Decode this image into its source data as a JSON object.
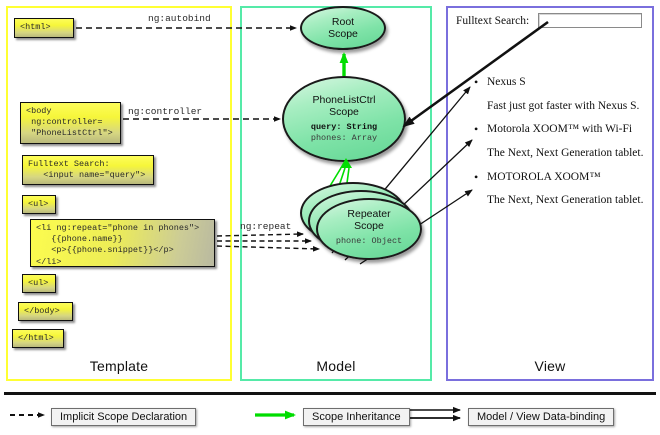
{
  "panels": {
    "template": {
      "label": "Template",
      "border_color": "#ffff33"
    },
    "model": {
      "label": "Model",
      "border_color": "#55eaa8"
    },
    "view": {
      "label": "View",
      "border_color": "#7a6fdd"
    }
  },
  "template_boxes": {
    "html_open": "<html>",
    "body_open": "<body\n ng:controller=\n \"PhoneListCtrl\">",
    "search": "Fulltext Search:\n   <input name=\"query\">",
    "ul_open": "<ul>",
    "li_repeat": "<li ng:repeat=\"phone in phones\">\n   {{phone.name}}\n   <p>{{phone.snippet}}</p>\n</li>",
    "ul_close": "<ul>",
    "body_close": "</body>",
    "html_close": "</html>"
  },
  "edge_labels": {
    "autobind": "ng:autobind",
    "controller": "ng:controller",
    "repeat": "ng:repeat"
  },
  "model": {
    "root_scope": {
      "title_line1": "Root",
      "title_line2": "Scope"
    },
    "ctrl_scope": {
      "title_line1": "PhoneListCtrl",
      "title_line2": "Scope",
      "prop_query": "query: String",
      "prop_phones": "phones: Array"
    },
    "repeater_scope": {
      "title_line1": "Repeater",
      "title_line2": "Scope",
      "prop_phone": "phone: Object",
      "stack_count": 3
    }
  },
  "view": {
    "search_label": "Fulltext Search:",
    "search_value": "",
    "search_placeholder": "",
    "items": [
      {
        "name": "Nexus S",
        "snippet": "Fast just got faster with Nexus S."
      },
      {
        "name": "Motorola XOOM™  with Wi-Fi",
        "snippet": "The Next, Next Generation tablet."
      },
      {
        "name": "MOTOROLA XOOM™",
        "snippet": "The Next, Next Generation tablet."
      }
    ]
  },
  "legend": [
    {
      "label": "Implicit Scope Declaration",
      "arrow": "dashed-black-single",
      "color": "#111111"
    },
    {
      "label": "Scope Inheritance",
      "arrow": "solid-green-single",
      "color": "#00dd00"
    },
    {
      "label": "Model / View Data-binding",
      "arrow": "solid-black-double",
      "color": "#111111"
    }
  ],
  "colors": {
    "template_border": "#ffff33",
    "model_border": "#55eaa8",
    "view_border": "#7a6fdd",
    "code_box_yellow": "#f6f63a",
    "scope_green": "#7fe3a8",
    "inheritance_green": "#00dd00"
  }
}
